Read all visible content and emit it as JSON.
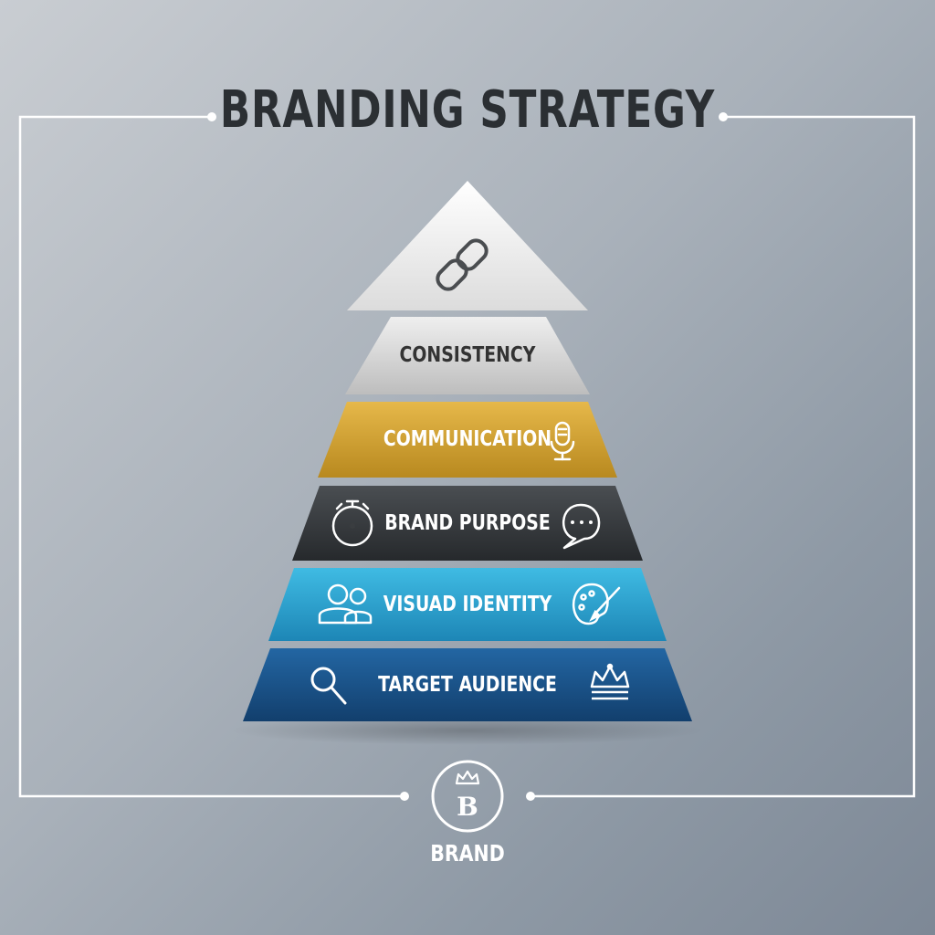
{
  "title": "BRANDING STRATEGY",
  "pyramid": {
    "top_icon": "chain-link-icon",
    "tiers": [
      {
        "label": "CONSISTENCY",
        "color": "#d9d9d9",
        "text_color": "#333333",
        "icons": []
      },
      {
        "label": "COMMUNICATION",
        "color": "#d3a633",
        "text_color": "#ffffff",
        "icons": [
          "microphone-icon"
        ]
      },
      {
        "label": "BRAND PURPOSE",
        "color": "#3a3d40",
        "text_color": "#ffffff",
        "icons": [
          "compass-icon",
          "speech-bubble-icon"
        ]
      },
      {
        "label": "VISUAD IDENTITY",
        "color": "#29a3cf",
        "text_color": "#ffffff",
        "icons": [
          "people-icon",
          "palette-icon"
        ]
      },
      {
        "label": "TARGET AUDIENCE",
        "color": "#1b5289",
        "text_color": "#ffffff",
        "icons": [
          "magnifier-icon",
          "crown-icon"
        ]
      }
    ]
  },
  "badge": {
    "letter": "B",
    "icon": "crown-icon"
  },
  "brand_label": "BRAND",
  "colors": {
    "background": "#a9b1ba",
    "frame": "#ffffff",
    "title": "#2b2f33"
  }
}
